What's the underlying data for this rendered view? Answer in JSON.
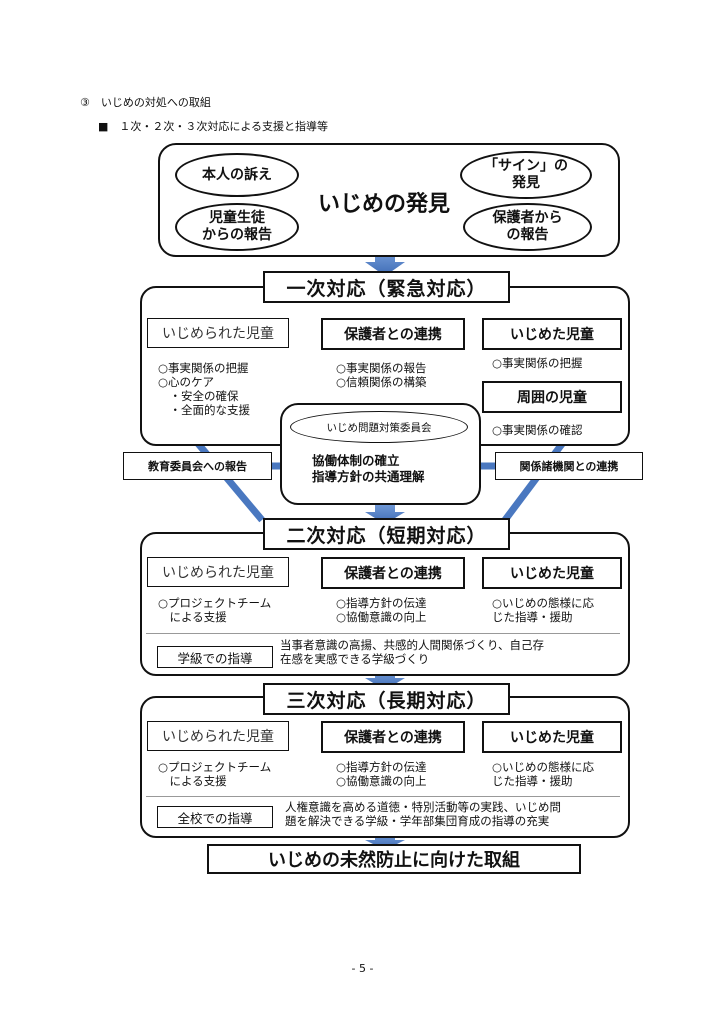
{
  "headings": {
    "section": "③　いじめの対処への取組",
    "subsection": "■　１次・２次・３次対応による支援と指導等"
  },
  "discovery": {
    "title": "いじめの発見",
    "ovals": [
      "本人の訴え",
      "「サイン」の\n発見",
      "児童生徒\nからの報告",
      "保護者から\nの報告"
    ]
  },
  "stages": [
    {
      "title": "一次対応（緊急対応）",
      "victim": {
        "label": "いじめられた児童",
        "items": "○事実関係の把握\n○心のケア\n　・安全の確保\n　・全面的な支援"
      },
      "parents": {
        "label": "保護者との連携",
        "items": "○事実関係の報告\n○信頼関係の構築"
      },
      "perpetrator": {
        "label": "いじめた児童",
        "items": "○事実関係の把握"
      },
      "surrounding": {
        "label": "周囲の児童",
        "items": "○事実関係の確認"
      }
    },
    {
      "title": "二次対応（短期対応）",
      "victim": {
        "label": "いじめられた児童",
        "items": "○プロジェクトチーム\n　による支援"
      },
      "parents": {
        "label": "保護者との連携",
        "items": "○指導方針の伝達\n○協働意識の向上"
      },
      "perpetrator": {
        "label": "いじめた児童",
        "items": "○いじめの態様に応\nじた指導・援助"
      },
      "guidance": {
        "label": "学級での指導",
        "text": "当事者意識の高揚、共感的人間関係づくり、自己存\n在感を実感できる学級づくり"
      }
    },
    {
      "title": "三次対応（長期対応）",
      "victim": {
        "label": "いじめられた児童",
        "items": "○プロジェクトチーム\n　による支援"
      },
      "parents": {
        "label": "保護者との連携",
        "items": "○指導方針の伝達\n○協働意識の向上"
      },
      "perpetrator": {
        "label": "いじめた児童",
        "items": "○いじめの態様に応\nじた指導・援助"
      },
      "guidance": {
        "label": "全校での指導",
        "text": "人権意識を高める道徳・特別活動等の実践、いじめ問\n題を解決できる学級・学年部集団育成の指導の充実"
      }
    }
  ],
  "committee": {
    "name": "いじめ問題対策委員会",
    "text": "協働体制の確立\n指導方針の共通理解"
  },
  "side": {
    "left": "教育委員会への報告",
    "right": "関係諸機関との連携"
  },
  "final": "いじめの未然防止に向けた取組",
  "page_number": "- 5 -",
  "colors": {
    "arrow": "#4a78c0"
  }
}
